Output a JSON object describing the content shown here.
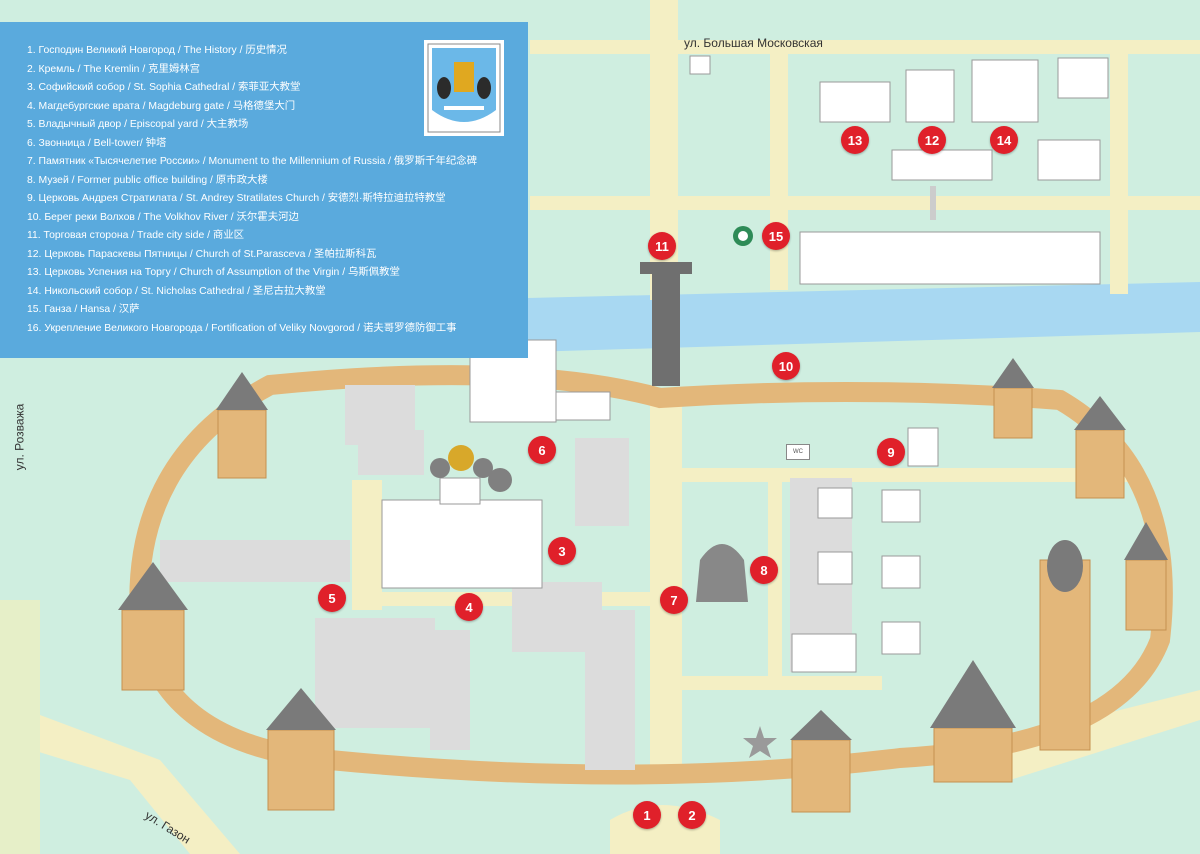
{
  "legend": {
    "items": [
      "1. Господин Великий Новгород / The History / 历史情况",
      "2. Кремль / The Kremlin / 克里姆林宫",
      "3. Софийский собор / St. Sophia Cathedral / 索菲亚大教堂",
      "4. Магдебургские врата / Magdeburg gate / 马格德堡大门",
      "5. Владычный двор / Episcopal yard / 大主教场",
      "6. Звонница / Bell-tower/ 钟塔",
      "7. Памятник «Тысячелетие России» / Monument to the Millennium of Russia / 俄罗斯千年纪念碑",
      "8. Музей / Former public office building / 原市政大楼",
      "9. Церковь Андрея Стратилата / St. Andrey Stratilates Church / 安德烈·斯特拉迪拉特教堂",
      "10. Берег реки Волхов / The Volkhov River / 沃尔霍夫河边",
      "11. Торговая сторона / Trade city side / 商业区",
      "12. Церковь Параскевы Пятницы / Church of St.Parasceva / 圣帕拉斯科瓦",
      "13. Церковь Успения на Торгу / Church of Assumption of the Virgin / 乌斯佩教堂",
      "14. Никольский собор / St. Nicholas Cathedral / 圣尼古拉大教堂",
      "15. Ганза / Hansa / 汉萨",
      "16. Укрепление Великого Новгорода / Fortification of Veliky Novgorod / 诺夫哥罗德防御工事"
    ]
  },
  "streets": {
    "moskovskaya": "ул. Большая Московская",
    "rozvazha": "ул. Розважа",
    "gazon": "ул. Газон"
  },
  "wc_label": "WC",
  "markers": [
    "1",
    "2",
    "3",
    "4",
    "5",
    "6",
    "7",
    "8",
    "9",
    "10",
    "11",
    "12",
    "13",
    "14",
    "15"
  ],
  "colors": {
    "ground": "#cfeee0",
    "river": "#a8d8f2",
    "road": "#f4efc4",
    "wall": "#e3b77a",
    "legend_bg": "#5aaadd",
    "marker": "#e0202a"
  }
}
